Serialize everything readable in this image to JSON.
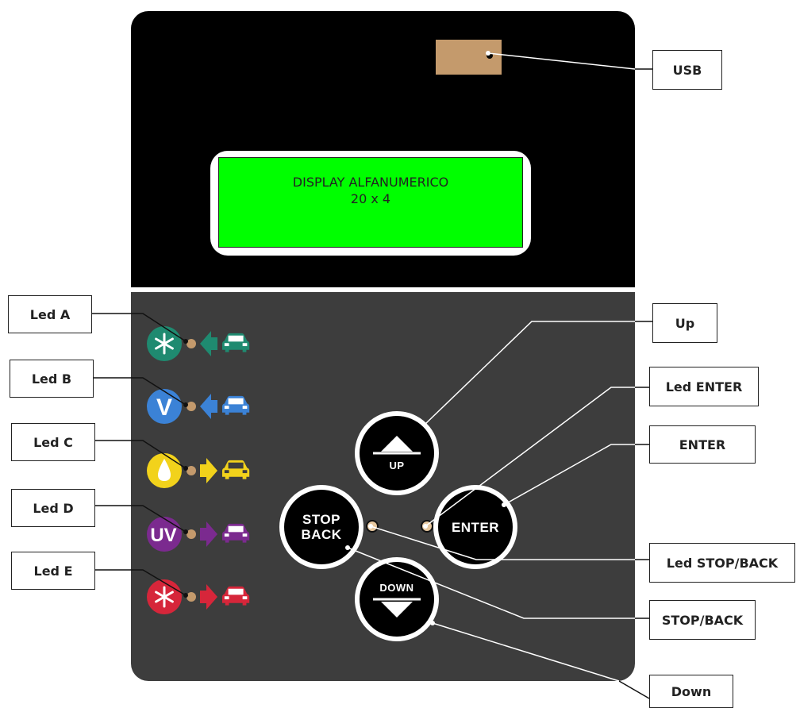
{
  "display": {
    "line1": "DISPLAY ALFANUMERICO",
    "line2": "20 x 4",
    "color": "#00ff00"
  },
  "labels": {
    "usb": "USB",
    "led_a": "Led A",
    "led_b": "Led B",
    "led_c": "Led C",
    "led_d": "Led D",
    "led_e": "Led E",
    "up": "Up",
    "led_enter": "Led ENTER",
    "enter": "ENTER",
    "led_stop_back": "Led STOP/BACK",
    "stop_back": "STOP/BACK",
    "down": "Down"
  },
  "buttons": {
    "up": "UP",
    "stop_line1": "STOP",
    "stop_line2": "BACK",
    "enter": "ENTER",
    "down": "DOWN"
  },
  "status_rows": [
    {
      "icon": "snowflake-icon",
      "circle_color": "#1f8a70",
      "arrow": "left",
      "car_color": "#1f8a70"
    },
    {
      "icon": "v-letter-icon",
      "circle_color": "#3b82d6",
      "arrow": "left",
      "car_color": "#3b82d6"
    },
    {
      "icon": "drop-icon",
      "circle_color": "#f2d21b",
      "arrow": "right",
      "car_color": "#f2d21b"
    },
    {
      "icon": "uv-letter-icon",
      "text": "UV",
      "circle_color": "#7b2a8f",
      "arrow": "right",
      "car_color": "#7b2a8f"
    },
    {
      "icon": "snowflake-icon",
      "circle_color": "#d6263a",
      "arrow": "right",
      "car_color": "#d6263a"
    }
  ],
  "colors": {
    "top_panel": "#000000",
    "bottom_panel": "#3d3d3d",
    "usb_port": "#c49a6c",
    "led": "#e8c9a0"
  }
}
